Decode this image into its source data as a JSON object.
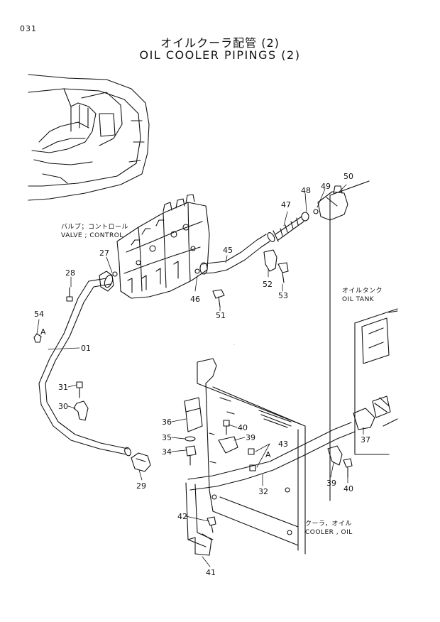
{
  "page_number": "031",
  "title_jp": "オイルクーラ配管 (2)",
  "title_en": "OIL COOLER PIPINGS (2)",
  "captions": {
    "valve_jp": "バルブ；コントロール",
    "valve_en": "VALVE ; CONTROL",
    "tank_jp": "オイルタンク",
    "tank_en": "OIL TANK",
    "cooler_jp": "クーラ，オイル",
    "cooler_en": "COOLER , OIL"
  },
  "parts": {
    "p01": "01",
    "p27": "27",
    "p28": "28",
    "p29": "29",
    "p30": "30",
    "p31": "31",
    "p32": "32",
    "p34": "34",
    "p35": "35",
    "p36": "36",
    "p37": "37",
    "p39a": "39",
    "p39b": "39",
    "p40a": "40",
    "p40b": "40",
    "p41": "41",
    "p42": "42",
    "p43": "43",
    "p45": "45",
    "p46": "46",
    "p47": "47",
    "p48": "48",
    "p49": "49",
    "p50": "50",
    "p51": "51",
    "p52": "52",
    "p53": "53",
    "p54": "54"
  },
  "ref_marks": {
    "a1": "A",
    "a2": "A"
  }
}
